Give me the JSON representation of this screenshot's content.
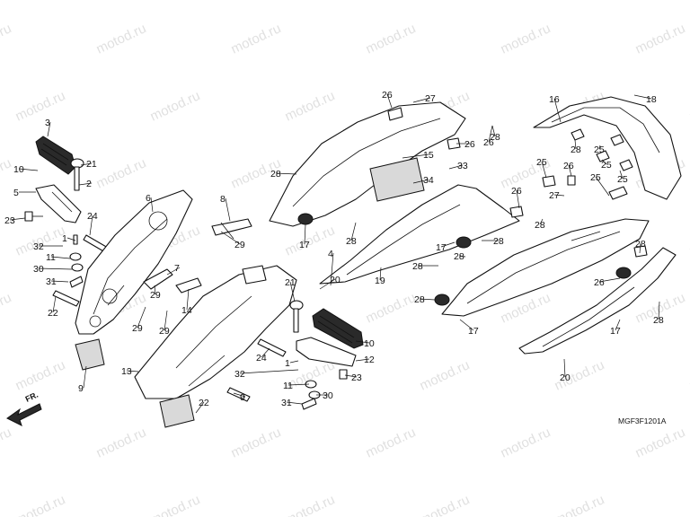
{
  "diagram": {
    "code": "MGF3F1201A",
    "front_marker": "FR.",
    "watermark": "motod.ru",
    "colors": {
      "line": "#111111",
      "background": "#ffffff",
      "watermark": "#c8c8c8"
    }
  },
  "callouts": [
    "3",
    "21",
    "10",
    "2",
    "5",
    "23",
    "24",
    "6",
    "1",
    "32",
    "11",
    "30",
    "31",
    "22",
    "8",
    "29",
    "7",
    "29",
    "14",
    "29",
    "29",
    "9",
    "13",
    "21",
    "20",
    "4",
    "10",
    "12",
    "24",
    "1",
    "32",
    "23",
    "11",
    "30",
    "31",
    "22",
    "9",
    "28",
    "26",
    "27",
    "26",
    "28",
    "15",
    "33",
    "34",
    "17",
    "28",
    "26",
    "28",
    "17",
    "19",
    "28",
    "28",
    "28",
    "17",
    "16",
    "18",
    "28",
    "25",
    "25",
    "25",
    "25",
    "25",
    "26",
    "27",
    "28",
    "26",
    "17",
    "20",
    "28",
    "28",
    "26"
  ]
}
